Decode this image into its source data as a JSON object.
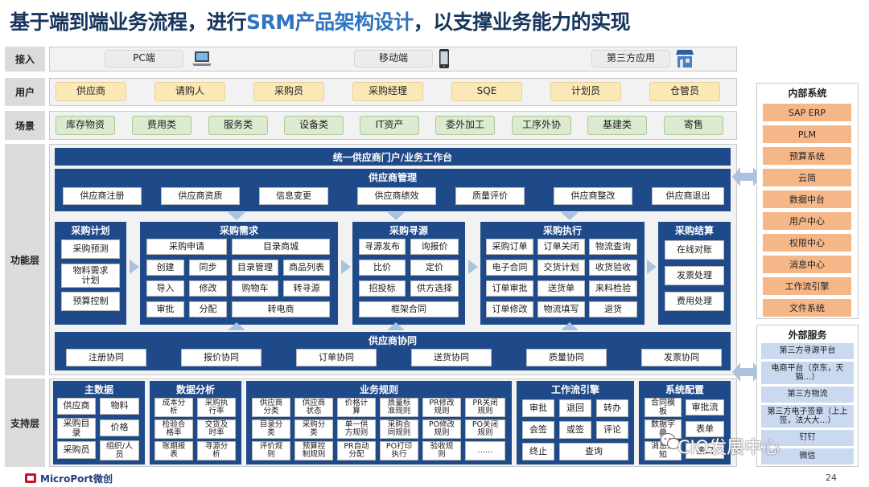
{
  "title": {
    "before": "基于端到端业务流程，进行",
    "highlight": "SRM产品架构设计",
    "after": "，以支撑业务能力的实现"
  },
  "access": {
    "label": "接入",
    "items": [
      "PC端",
      "移动端",
      "第三方应用"
    ]
  },
  "users": {
    "label": "用户",
    "items": [
      "供应商",
      "请购人",
      "采购员",
      "采购经理",
      "SQE",
      "计划员",
      "仓管员"
    ]
  },
  "scenarios": {
    "label": "场景",
    "items": [
      "库存物资",
      "费用类",
      "服务类",
      "设备类",
      "IT资产",
      "委外加工",
      "工序外协",
      "基建类",
      "寄售"
    ]
  },
  "function_label": "功能层",
  "support_label": "支持层",
  "portal": "统一供应商门户/业务工作台",
  "supplier_mgmt": {
    "title": "供应商管理",
    "items": [
      "供应商注册",
      "供应商资质",
      "信息变更",
      "供应商绩效",
      "质量评价",
      "供应商整改",
      "供应商退出"
    ]
  },
  "plan": {
    "title": "采购计划",
    "items": [
      "采购预测",
      "物料需求计划",
      "预算控制"
    ]
  },
  "demand": {
    "title": "采购需求",
    "items": [
      "采购申请",
      "目录商城",
      "创建",
      "同步",
      "目录管理",
      "商品列表",
      "导入",
      "修改",
      "购物车",
      "转寻源",
      "审批",
      "分配",
      "转电商"
    ]
  },
  "sourcing": {
    "title": "采购寻源",
    "items": [
      "寻源发布",
      "询报价",
      "比价",
      "定价",
      "招投标",
      "供方选择",
      "框架合同"
    ]
  },
  "execution": {
    "title": "采购执行",
    "items": [
      "采购订单",
      "订单关闭",
      "物流查询",
      "电子合同",
      "交货计划",
      "收货验收",
      "订单审批",
      "送货单",
      "来料检验",
      "订单修改",
      "物流填写",
      "退货"
    ]
  },
  "settlement": {
    "title": "采购结算",
    "items": [
      "在线对账",
      "发票处理",
      "费用处理"
    ]
  },
  "collab": {
    "title": "供应商协同",
    "items": [
      "注册协同",
      "报价协同",
      "订单协同",
      "送货协同",
      "质量协同",
      "发票协同"
    ]
  },
  "master": {
    "title": "主数据",
    "items": [
      "供应商",
      "物料",
      "采购目录",
      "价格",
      "采购员",
      "组织/人员"
    ]
  },
  "analysis": {
    "title": "数据分析",
    "items": [
      "成本分析",
      "采购执行率",
      "检验合格率",
      "交货及时率",
      "账期报表",
      "寻源分析"
    ]
  },
  "rules": {
    "title": "业务规则",
    "items": [
      "供应商分类",
      "供应商状态",
      "价格计算",
      "质量标准规则",
      "PR修改规则",
      "PR关闭规则",
      "目录分类",
      "采购分类",
      "单一供方规则",
      "采购合同规则",
      "PO修改规则",
      "PO关闭规则",
      "评价规则",
      "预算控制规则",
      "PR自动分配",
      "PO打印执行",
      "验收规则",
      "……"
    ]
  },
  "workflow": {
    "title": "工作流引擎",
    "items": [
      "审批",
      "退回",
      "转办",
      "会签",
      "或签",
      "评论",
      "终止",
      "查询"
    ]
  },
  "sysconf": {
    "title": "系统配置",
    "items": [
      "合同模板",
      "审批流",
      "数据字典",
      "表单",
      "消息通知",
      "接口"
    ]
  },
  "internal": {
    "title": "内部系统",
    "items": [
      "SAP ERP",
      "PLM",
      "预算系统",
      "云简",
      "数据中台",
      "用户中心",
      "权限中心",
      "消息中心",
      "工作流引擎",
      "文件系统"
    ]
  },
  "external": {
    "title": "外部服务",
    "items": [
      "第三方寻源平台",
      "电商平台（京东，天猫…）",
      "第三方物流",
      "第三方电子签章（上上签，法大大…）",
      "钉钉",
      "微信"
    ]
  },
  "footer": {
    "logo": "MicroPort微创",
    "page": "24",
    "watermark": "CIO发展中心"
  },
  "colors": {
    "title": "#17365d",
    "highlight": "#2e74c0",
    "navy": "#1f4a8a",
    "pale_blue": "#dde7f3",
    "user_chip": "#fbe8b7",
    "scene_chip": "#dbead1",
    "internal": "#f6b788",
    "external": "#c9daf0"
  },
  "icons": [
    "laptop-icon",
    "phone-icon",
    "storefront-icon",
    "cio-wechat-icon",
    "microport-logo-icon"
  ]
}
